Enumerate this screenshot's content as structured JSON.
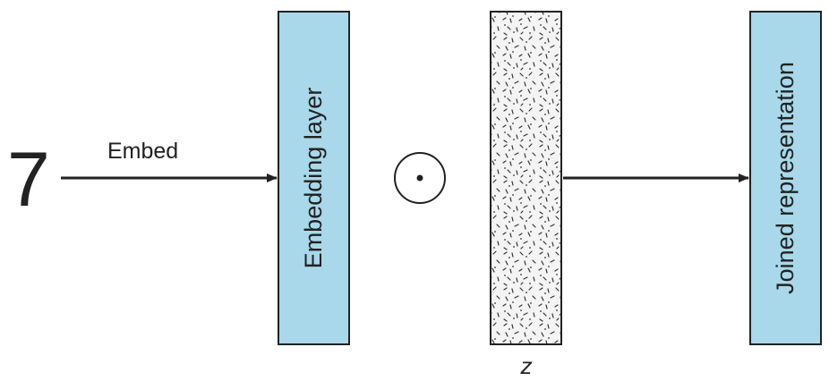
{
  "diagram": {
    "input_value": "7",
    "edges": {
      "embed_label": "Embed"
    },
    "boxes": {
      "embedding_layer": "Embedding layer",
      "noise_vector_label": "z",
      "joined_representation": "Joined representation"
    },
    "operator": "element-wise product (⊙)",
    "colors": {
      "box_fill": "#a8d8ea",
      "stroke": "#222222",
      "noise_fill": "#f4f4f4"
    }
  }
}
